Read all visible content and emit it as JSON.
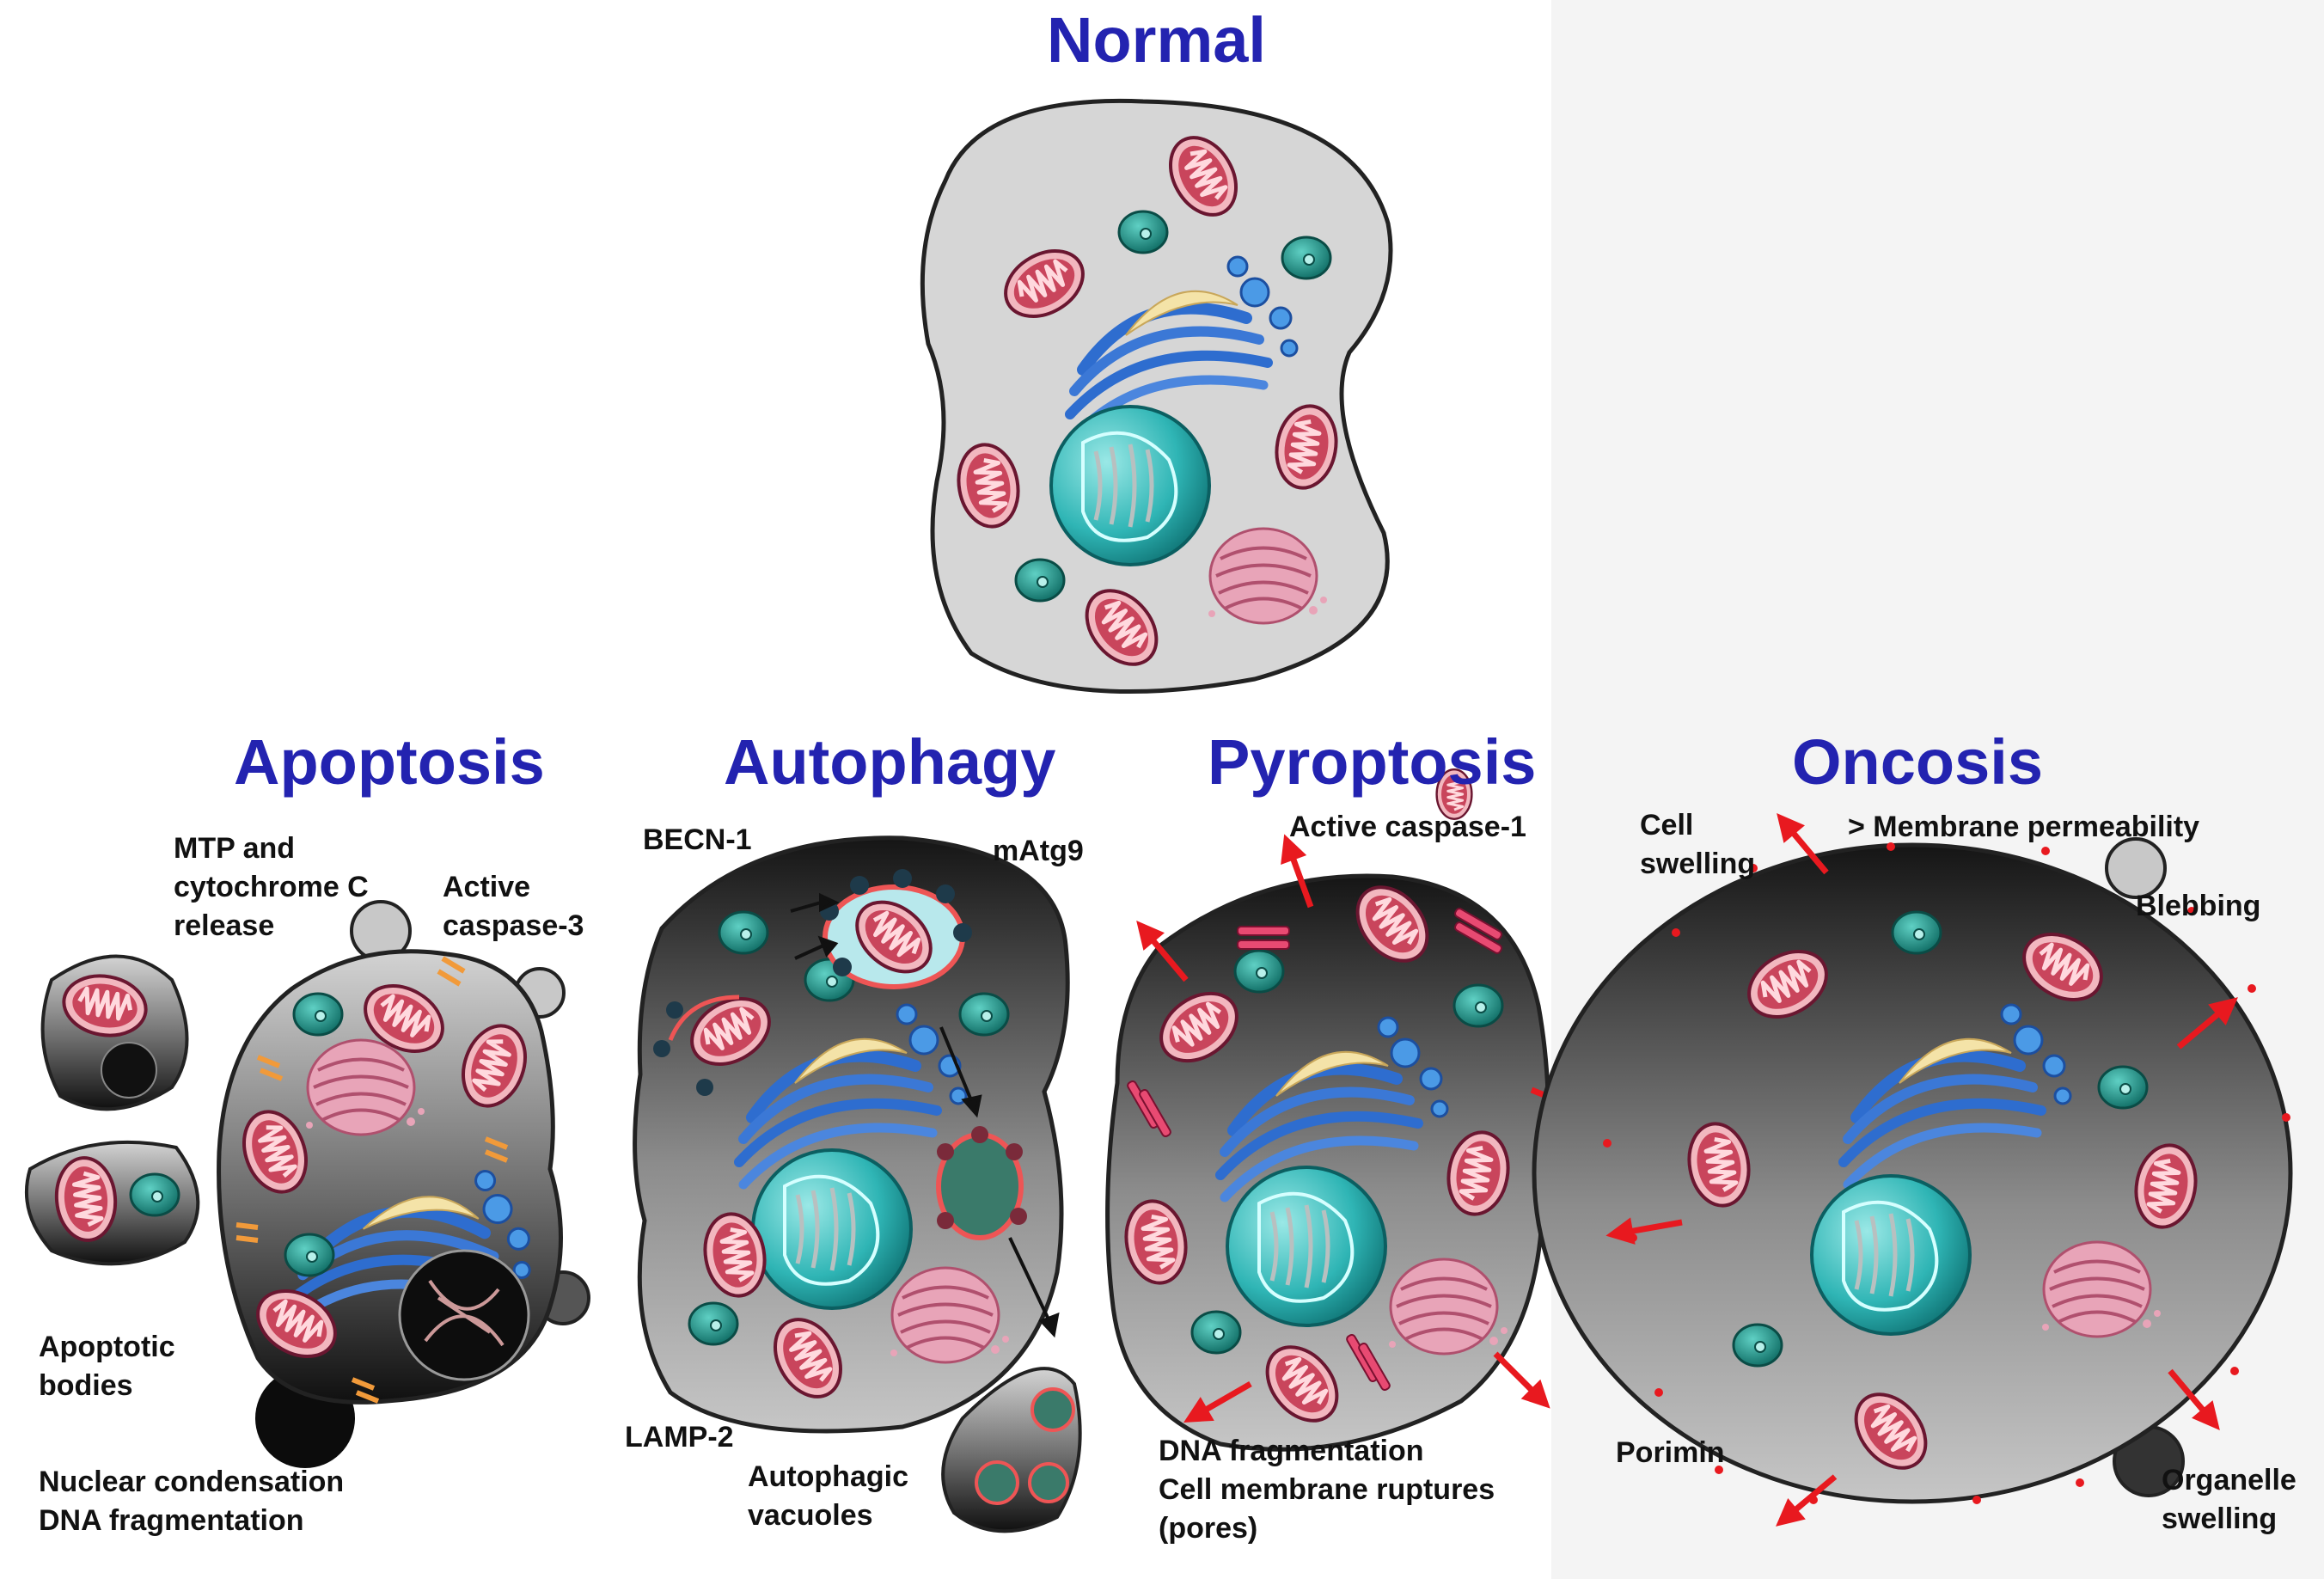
{
  "titles": {
    "normal": "Normal",
    "apoptosis": "Apoptosis",
    "autophagy": "Autophagy",
    "pyroptosis": "Pyroptosis",
    "oncosis": "Oncosis"
  },
  "apoptosis": {
    "mtp": [
      "MTP and",
      "cytochrome C",
      "release"
    ],
    "caspase": [
      "Active",
      "caspase-3"
    ],
    "bodies": [
      "Apoptotic",
      "bodies"
    ],
    "nuclear": [
      "Nuclear condensation",
      "DNA fragmentation"
    ]
  },
  "autophagy": {
    "becn": "BECN-1",
    "matg": "mAtg9",
    "lamp": "LAMP-2",
    "vacuoles": [
      "Autophagic",
      "vacuoles"
    ]
  },
  "pyroptosis": {
    "caspase": "Active caspase-1",
    "bottom": [
      "DNA fragmentation",
      "Cell membrane ruptures",
      "(pores)"
    ]
  },
  "oncosis": {
    "swelling": [
      "Cell",
      "swelling"
    ],
    "permeability": "> Membrane permeability",
    "blebbing": "Blebbing",
    "porimin": "Porimin",
    "organelle": [
      "Organelle",
      "swelling"
    ]
  },
  "colors": {
    "title": "#2323b0",
    "arrow": "#e8191f",
    "nucleus": "#2fb5b5",
    "mitochondria": "#e94b6a",
    "golgi": "#3b78d6"
  }
}
